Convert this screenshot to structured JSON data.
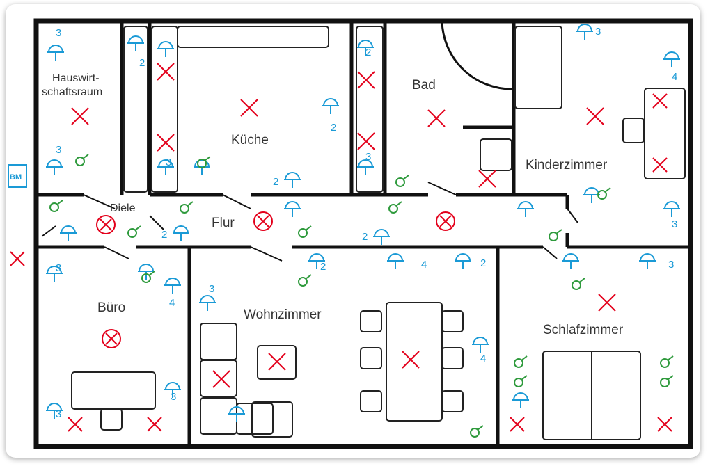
{
  "rooms": {
    "hauswirtschaft_line1": "Hauswirt-",
    "hauswirtschaft_line2": "schaftsraum",
    "kueche": "Küche",
    "bad": "Bad",
    "kinderzimmer": "Kinderzimmer",
    "diele": "Diele",
    "flur": "Flur",
    "buero": "Büro",
    "wohnzimmer": "Wohnzimmer",
    "schlafzimmer": "Schlafzimmer"
  },
  "bm_label": "BM",
  "socket_counts": [
    "3",
    "2",
    "3",
    "3",
    "2",
    "2",
    "3",
    "2",
    "2",
    "4",
    "2",
    "2",
    "2",
    "3",
    "4",
    "3",
    "4",
    "3",
    "3",
    "3",
    "3",
    "3",
    "4"
  ],
  "colors": {
    "wall": "#111111",
    "light": "#e3001b",
    "socket": "#1a9ad6",
    "switch": "#2e9a3c"
  }
}
